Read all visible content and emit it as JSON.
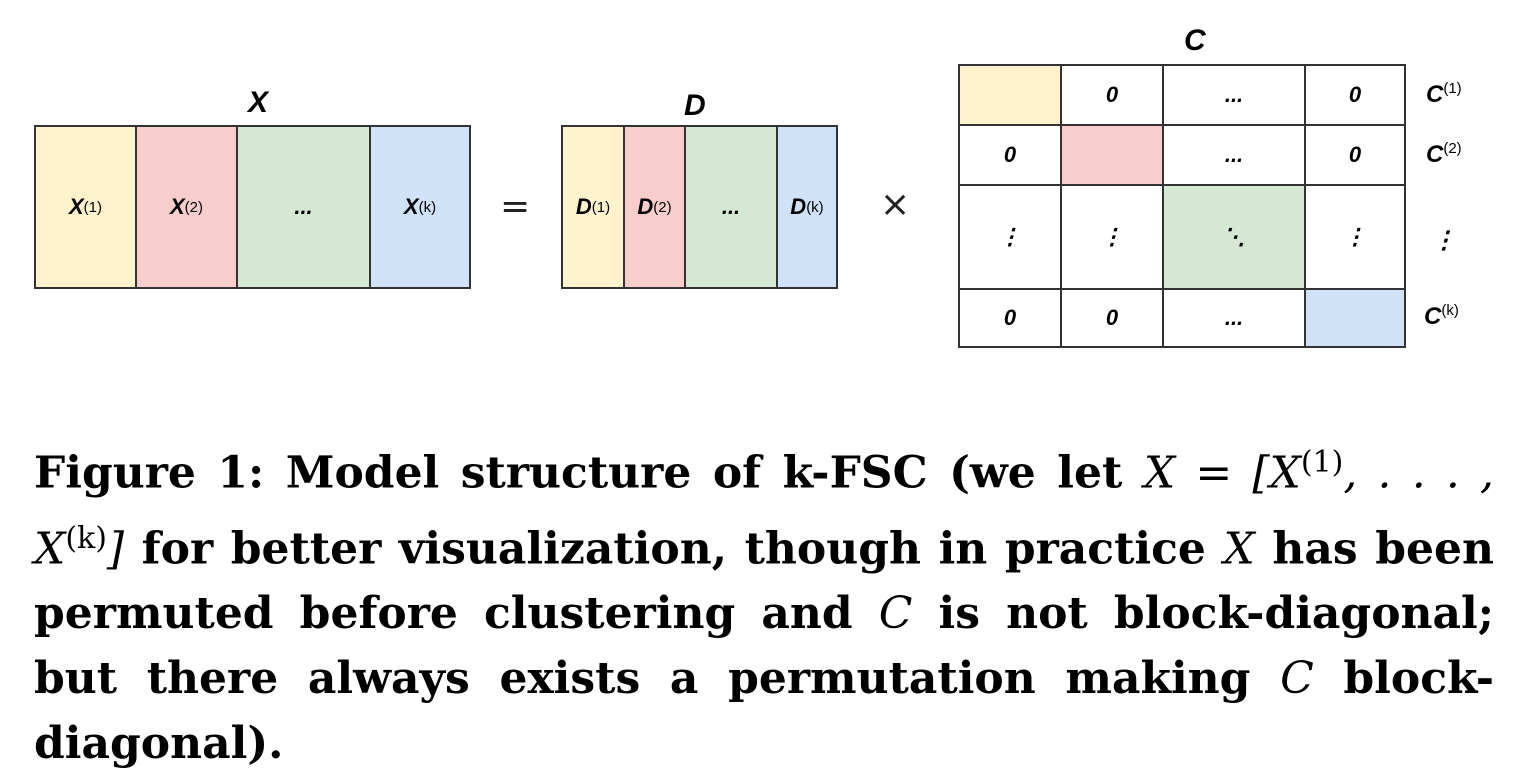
{
  "diagram": {
    "x_matrix": {
      "label": "X",
      "blocks": [
        {
          "base": "X",
          "sup": "(1)",
          "color": "#fff2cc"
        },
        {
          "base": "X",
          "sup": "(2)",
          "color": "#f8cecc"
        },
        {
          "base": "...",
          "sup": "",
          "color": "#d5e8d4"
        },
        {
          "base": "X",
          "sup": "(k)",
          "color": "#cfe2f8"
        }
      ]
    },
    "equals": "=",
    "d_matrix": {
      "label": "D",
      "blocks": [
        {
          "base": "D",
          "sup": "(1)",
          "color": "#fff2cc"
        },
        {
          "base": "D",
          "sup": "(2)",
          "color": "#f8cecc"
        },
        {
          "base": "...",
          "sup": "",
          "color": "#d5e8d4"
        },
        {
          "base": "D",
          "sup": "(k)",
          "color": "#cfe2f8"
        }
      ]
    },
    "times": "×",
    "c_matrix": {
      "label": "C",
      "cells": [
        [
          "",
          "0",
          "...",
          "0"
        ],
        [
          "0",
          "",
          "...",
          "0"
        ],
        [
          "⋮",
          "⋮",
          "⋱",
          "⋮"
        ],
        [
          "0",
          "0",
          "...",
          ""
        ]
      ],
      "row_labels": [
        {
          "base": "C",
          "sup": "(1)"
        },
        {
          "base": "C",
          "sup": "(2)"
        },
        {
          "base": "⋮",
          "sup": ""
        },
        {
          "base": "C",
          "sup": "(k)"
        }
      ]
    }
  },
  "caption": {
    "part1": "Figure 1: Model structure of k-FSC (we let ",
    "math1": "X = [X",
    "sup1": "(1)",
    "math2": ", . . . , X",
    "sup2": "(k)",
    "math3": "]",
    "part2": " for better visualization, though in practice ",
    "math4": "X",
    "part3": " has been permuted before clustering and ",
    "math5": "C",
    "part4": " is not block-diagonal; but there always exists a permutation making ",
    "math6": "C",
    "part5": " block-diagonal)."
  }
}
